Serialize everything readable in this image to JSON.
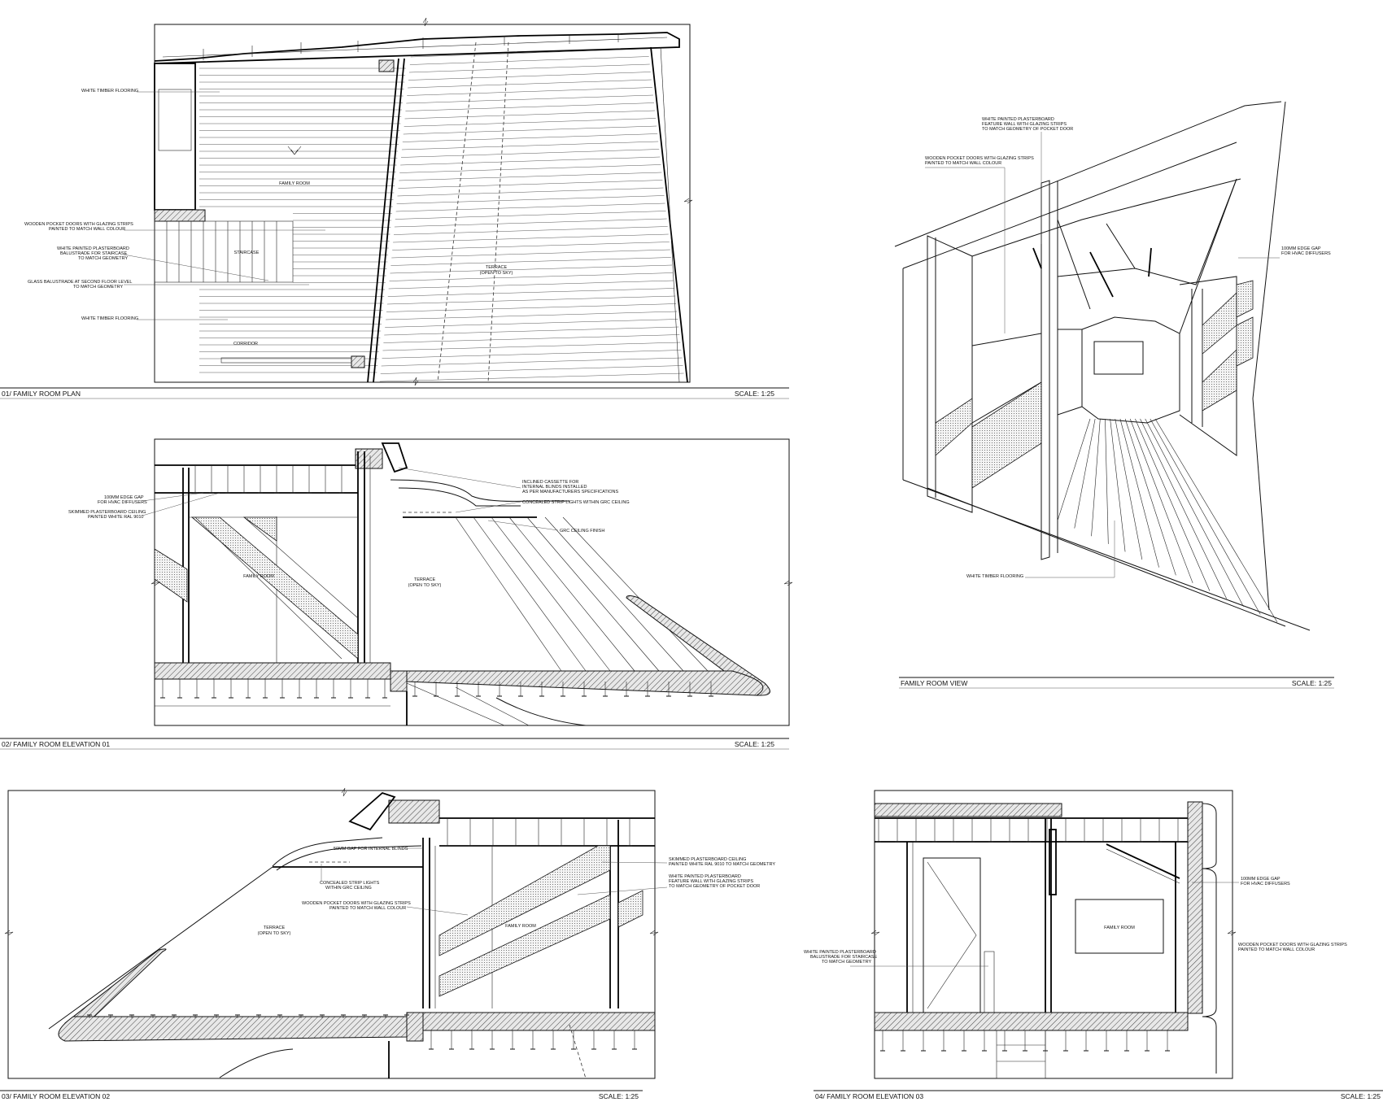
{
  "panels": {
    "plan": {
      "title": "01/  FAMILY ROOM PLAN",
      "scale": "SCALE: 1:25",
      "rooms": [
        "FAMILY ROOM",
        "STAIRCASE",
        "CORRIDOR",
        "TERRACE",
        "(OPEN TO SKY)"
      ],
      "notes": [
        "WHITE  TIMBER FLOORING",
        "WOODEN POCKET DOORS WITH GLAZING STRIPS",
        "PAINTED TO MATCH WALL COLOUR",
        "WHITE PAINTED PLASTERBOARD",
        "BALUSTRADE FOR STAIRCASE",
        "TO MATCH GEOMETRY",
        "GLASS BALUSTRADE AT SECOND FLOOR LEVEL",
        "TO MATCH GEOMETRY",
        "WHITE  TIMBER FLOORING"
      ]
    },
    "elev01": {
      "title": "02/  FAMILY ROOM ELEVATION 01",
      "scale": "SCALE: 1:25",
      "rooms": [
        "FAMILY ROOM",
        "TERRACE",
        "(OPEN TO SKY)"
      ],
      "notes": [
        "100MM EDGE GAP",
        "FOR HVAC DIFFUSERS",
        "SKIMMED PLASTERBOARD CEILING",
        "PAINTED WHITE RAL 9010",
        "INCLINED CASSETTE FOR",
        "INTERNAL BLINDS INSTALLED",
        "AS PER MANUFACTURERS SPECIFICATIONS",
        "CONCEALED STRIP LIGHTS WITHIN GRC CEILING",
        "GRC CEILING FINISH"
      ]
    },
    "view": {
      "title": "FAMILY ROOM VIEW",
      "scale": "SCALE: 1:25",
      "notes": [
        "WHITE PAINTED PLASTERBOARD",
        "FEATURE WALL  WITH GLAZING STRIPS",
        "TO MATCH GEOMETRY OF POCKET DOOR",
        "WOODEN POCKET DOORS WITH GLAZING STRIPS",
        "PAINTED TO MATCH WALL COLOUR",
        "100MM EDGE GAP",
        "FOR HVAC DIFFUSERS",
        "WHITE  TIMBER FLOORING"
      ]
    },
    "elev02": {
      "title": "03/  FAMILY ROOM ELEVATION 02",
      "scale": "SCALE: 1:25",
      "rooms": [
        "TERRACE",
        "(OPEN TO SKY)",
        "FAMILY ROOM"
      ],
      "notes": [
        "50MM GAP FOR INTERNAL BLINDS",
        "CONCEALED STRIP LIGHTS",
        "WITHIN GRC CEILING",
        "WOODEN POCKET DOORS WITH GLAZING STRIPS",
        "PAINTED TO MATCH WALL COLOUR",
        "SKIMMED PLASTERBOARD CEILING",
        "PAINTED WHITE RAL 9010 TO MATCH GEOMETRY",
        "WHITE PAINTED PLASTERBOARD",
        "FEATURE WALL  WITH GLAZING STRIPS",
        "TO MATCH GEOMETRY OF POCKET DOOR"
      ]
    },
    "elev03": {
      "title": "04/  FAMILY ROOM ELEVATION 03",
      "scale": "SCALE: 1:25",
      "rooms": [
        "FAMILY ROOM"
      ],
      "notes": [
        "WHITE PAINTED PLASTERBOARD",
        "BALUSTRADE FOR STAIRCASE",
        "TO MATCH GEOMETRY",
        "100MM EDGE GAP",
        "FOR HVAC DIFFUSERS",
        "WOODEN POCKET DOORS WITH GLAZING STRIPS",
        "PAINTED TO MATCH WALL COLOUR"
      ]
    }
  }
}
